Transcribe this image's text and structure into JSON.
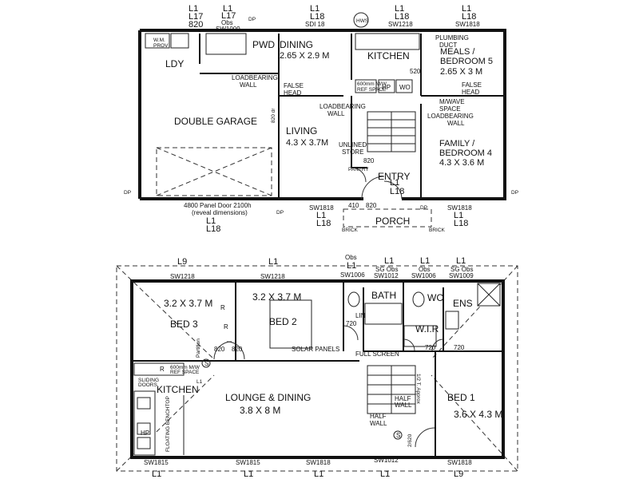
{
  "ground": {
    "rooms": {
      "laundry": "LDY",
      "garage": "DOUBLE GARAGE",
      "powder": "PWD",
      "dining": "DINING",
      "dining_size": "2.65 X 2.9 M",
      "kitchen": "KITCHEN",
      "meals": "MEALS /",
      "meals_b": "BEDROOM 5",
      "meals_size": "2.65 X 3 M",
      "living": "LIVING",
      "living_size": "4.3 X 3.7M",
      "family": "FAMILY /",
      "family_b": "BEDROOM 4",
      "family_size": "4.3 X 3.6 M",
      "entry": "ENTRY",
      "porch": "PORCH",
      "store": "UNLINED",
      "store_b": "STORE"
    },
    "notes": {
      "loadbearing": "LOADBEARING",
      "wall": "WALL",
      "false_head": "FALSE",
      "head": "HEAD",
      "plumbing": "PLUMBING",
      "duct": "DUCT",
      "mwave": "M/WAVE",
      "space": "SPACE",
      "hp": "HP",
      "wo": "WO",
      "wm_prov": "W.M.",
      "prov": "PROV",
      "garage_door": "4800 Panel Door 2100h",
      "reveal": "(reveal dimensions)",
      "d820": "820",
      "d520": "520",
      "d410": "410",
      "hws": "HWS",
      "dp": "DP",
      "brick": "BRICK",
      "dr": "820 dr",
      "mw_shelf": "600mm M/W",
      "mw_shelf2": "REF SPACE",
      "pantry": "PANTRY"
    },
    "windows_top": [
      {
        "l1": "L1",
        "l2": "L17",
        "l3": "820"
      },
      {
        "l1": "L1",
        "l2": "L17",
        "l3": "Obs",
        "l4": "SW1009"
      },
      {
        "l1": "L1",
        "l2": "L18",
        "l3": "SDI 18"
      },
      {
        "l1": "L1",
        "l2": "L18",
        "l3": "SW1218"
      },
      {
        "l1": "L1",
        "l2": "L18",
        "l3": "SW1818"
      }
    ],
    "windows_bottom": [
      {
        "l1": "L1",
        "l2": "L18"
      },
      {
        "l1": "SW1818",
        "l2": "L1",
        "l3": "L18"
      },
      {
        "l1": "L1",
        "l2": "L18"
      },
      {
        "l1": "SW1818",
        "l2": "L1",
        "l3": "L18"
      }
    ]
  },
  "upper": {
    "rooms": {
      "bed3_size": "3.2 X 3.7 M",
      "bed3": "BED 3",
      "bed2_size": "3.2 X 3.7 M",
      "bed2": "BED 2",
      "bath": "BATH",
      "wc": "WC",
      "ens": "ENS",
      "wir": "W.I.R",
      "lounge": "LOUNGE & DINING",
      "lounge_size": "3.8 X 8 M",
      "kitchen": "KITCHEN",
      "bed1": "BED 1",
      "bed1_size": "3.6 X 4.3 M"
    },
    "notes": {
      "solar": "SOLAR PANELS",
      "full_screen": "FULL SCREEN",
      "half_wall": "HALF",
      "half_wall_b": "WALL",
      "half_wall2": "HALF",
      "half_wall2_b": "WALL",
      "sliding_doors": "SLIDING",
      "sliding_doors_b": "DOORS",
      "floating_benchtop": "FLOATING BENCHTOP",
      "r": "R",
      "r2": "R",
      "r3": "R",
      "s": "S",
      "lin": "LIN",
      "hp": "HP",
      "d820a": "820",
      "d820b": "820",
      "d720a": "720",
      "d720b": "720",
      "d720c": "720",
      "d2620": "2/620",
      "approx": "1/2 T. Approx",
      "partition": "Partition",
      "mw_shelf": "600mm M/W",
      "mw_shelf2": "REF SPACE",
      "l1_side": "L1"
    },
    "windows_top": [
      {
        "l1": "L9",
        "l2": "SW1218"
      },
      {
        "l1": "L1",
        "l2": "SW1218"
      },
      {
        "l1": "Obs",
        "l2": "L1",
        "l3": "SW1006"
      },
      {
        "l1": "L1",
        "l2": "SG Obs",
        "l3": "SW1012"
      },
      {
        "l1": "L1",
        "l2": "Obs",
        "l3": "SW1006"
      },
      {
        "l1": "L1",
        "l2": "SG Obs",
        "l3": "SW1009"
      }
    ],
    "windows_bottom": [
      {
        "l1": "SW1815",
        "l2": "L1"
      },
      {
        "l1": "SW1815",
        "l2": "L1"
      },
      {
        "l1": "SW1818",
        "l2": "L1"
      },
      {
        "l1": "SW1012",
        "l2": "L1"
      },
      {
        "l1": "SW1818",
        "l2": "L9"
      }
    ]
  }
}
